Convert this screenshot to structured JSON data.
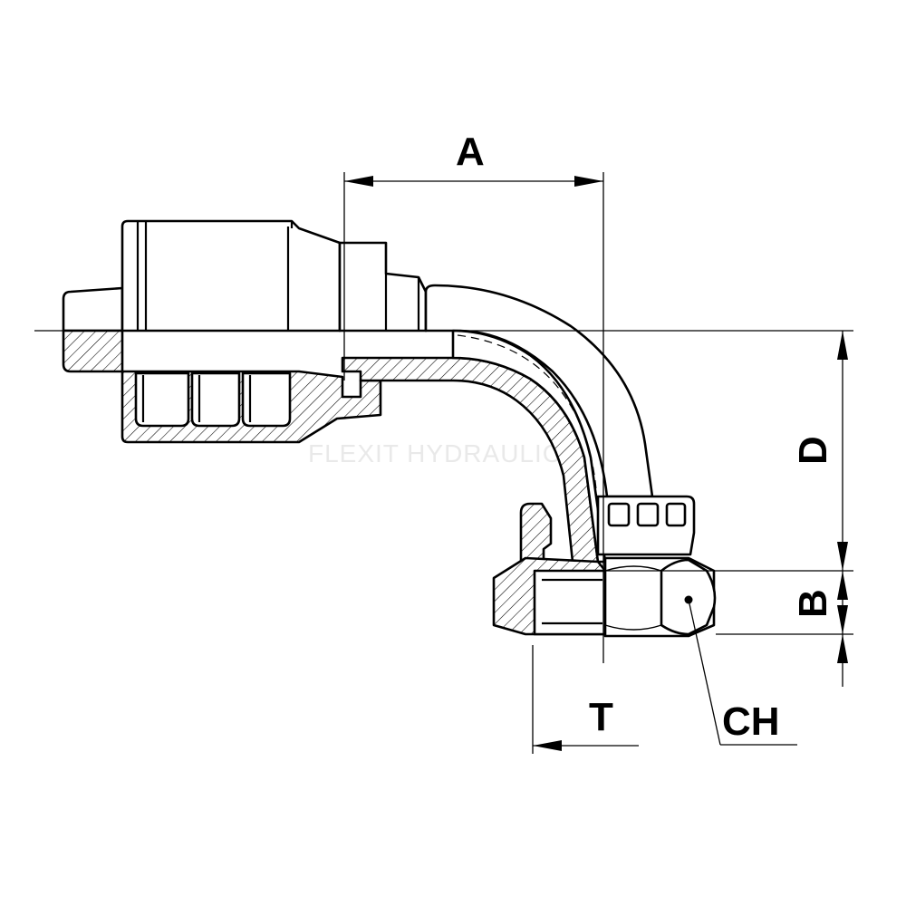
{
  "diagram": {
    "labels": {
      "a": "A",
      "d": "D",
      "b": "B",
      "t": "T",
      "ch": "CH"
    },
    "watermark": "FLEXIT HYDRAULICS"
  }
}
